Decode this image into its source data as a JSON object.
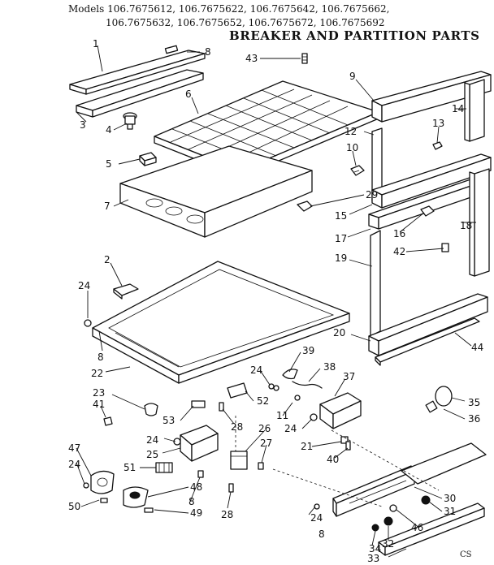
{
  "header": {
    "models_line1": "Models 106.7675612, 106.7675622, 106.7675642, 106.7675662,",
    "models_line2": "106.7675632, 106.7675652, 106.7675672, 106.7675692",
    "title": "BREAKER AND PARTITION PARTS"
  },
  "corner_code": "CS",
  "callouts": [
    {
      "id": "c1",
      "text": "1"
    },
    {
      "id": "c8a",
      "text": "8"
    },
    {
      "id": "c43",
      "text": "43"
    },
    {
      "id": "c9",
      "text": "9"
    },
    {
      "id": "c6",
      "text": "6"
    },
    {
      "id": "c14",
      "text": "14"
    },
    {
      "id": "c4",
      "text": "4"
    },
    {
      "id": "c13",
      "text": "13"
    },
    {
      "id": "c12",
      "text": "12"
    },
    {
      "id": "c3",
      "text": "3"
    },
    {
      "id": "c10",
      "text": "10"
    },
    {
      "id": "c5",
      "text": "5"
    },
    {
      "id": "c7",
      "text": "7"
    },
    {
      "id": "c29",
      "text": "29"
    },
    {
      "id": "c15",
      "text": "15"
    },
    {
      "id": "c18",
      "text": "18"
    },
    {
      "id": "c16",
      "text": "16"
    },
    {
      "id": "c17",
      "text": "17"
    },
    {
      "id": "c2",
      "text": "2"
    },
    {
      "id": "c42",
      "text": "42"
    },
    {
      "id": "c19",
      "text": "19"
    },
    {
      "id": "c24a",
      "text": "24"
    },
    {
      "id": "c20",
      "text": "20"
    },
    {
      "id": "c44",
      "text": "44"
    },
    {
      "id": "c8b",
      "text": "8"
    },
    {
      "id": "c22",
      "text": "22"
    },
    {
      "id": "c39",
      "text": "39"
    },
    {
      "id": "c24b",
      "text": "24"
    },
    {
      "id": "c38",
      "text": "38"
    },
    {
      "id": "c37",
      "text": "37"
    },
    {
      "id": "c23",
      "text": "23"
    },
    {
      "id": "c52",
      "text": "52"
    },
    {
      "id": "c41",
      "text": "41"
    },
    {
      "id": "c11",
      "text": "11"
    },
    {
      "id": "c53",
      "text": "53"
    },
    {
      "id": "c28a",
      "text": "28"
    },
    {
      "id": "c35",
      "text": "35"
    },
    {
      "id": "c24c",
      "text": "24"
    },
    {
      "id": "c26",
      "text": "26"
    },
    {
      "id": "c36",
      "text": "36"
    },
    {
      "id": "c24d",
      "text": "24"
    },
    {
      "id": "c21",
      "text": "21"
    },
    {
      "id": "c27",
      "text": "27"
    },
    {
      "id": "c25",
      "text": "25"
    },
    {
      "id": "c47",
      "text": "47"
    },
    {
      "id": "c40",
      "text": "40"
    },
    {
      "id": "c51",
      "text": "51"
    },
    {
      "id": "c24e",
      "text": "24"
    },
    {
      "id": "c48",
      "text": "48"
    },
    {
      "id": "c30",
      "text": "30"
    },
    {
      "id": "c8c",
      "text": "8"
    },
    {
      "id": "c31",
      "text": "31"
    },
    {
      "id": "c50",
      "text": "50"
    },
    {
      "id": "c49",
      "text": "49"
    },
    {
      "id": "c28b",
      "text": "28"
    },
    {
      "id": "c24f",
      "text": "24"
    },
    {
      "id": "c46",
      "text": "46"
    },
    {
      "id": "c34",
      "text": "34"
    },
    {
      "id": "c8d",
      "text": "8"
    },
    {
      "id": "c32",
      "text": "32"
    },
    {
      "id": "c33",
      "text": "33"
    }
  ]
}
